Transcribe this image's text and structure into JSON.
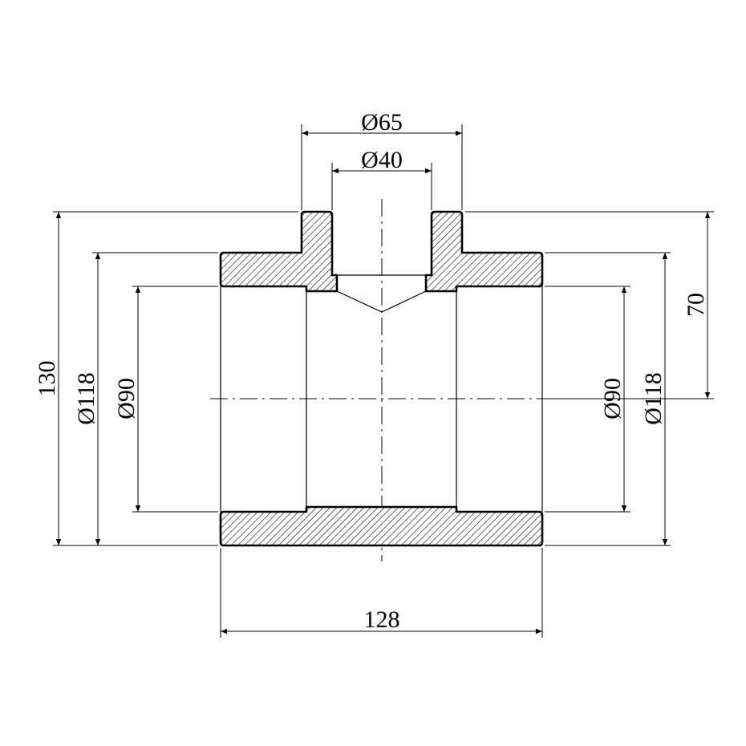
{
  "drawing": {
    "dimensions": {
      "outer_branch_diameter": "Ø65",
      "inner_branch_diameter": "Ø40",
      "overall_height": "130",
      "left_outer_diameter": "Ø118",
      "left_inner_diameter": "Ø90",
      "right_inner_diameter": "Ø90",
      "right_outer_diameter": "Ø118",
      "branch_height": "70",
      "overall_length": "128"
    },
    "colors": {
      "line": "#000000",
      "background": "#ffffff"
    }
  }
}
